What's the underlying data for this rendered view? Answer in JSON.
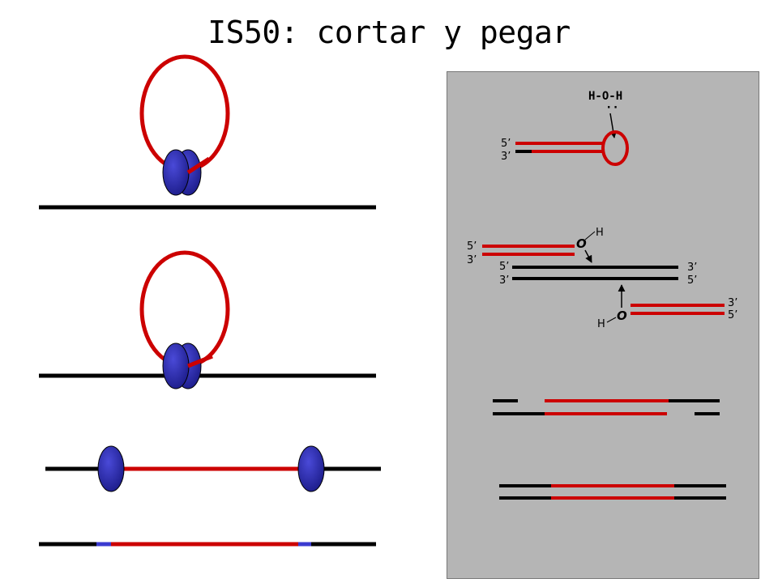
{
  "title": "IS50: cortar y pegar",
  "colors": {
    "transposon_dna": "#cc0000",
    "host_dna": "#000000",
    "transposase": "#2a2aa8",
    "panel_bg": "#b5b5b5"
  },
  "panel": {
    "water_label": "H-O-H",
    "water_lone_pair": "··",
    "hairpin_labels": {
      "top": "5’",
      "bottom": "3’"
    },
    "excised_left_labels": {
      "top": "5’",
      "bottom": "3’"
    },
    "target_left_labels": {
      "top": "5’",
      "bottom": "3’"
    },
    "target_right_labels": {
      "top": "3’",
      "bottom": "5’"
    },
    "excised_right_labels": {
      "top": "3’",
      "bottom": "5’"
    },
    "oxygen_symbol": "O",
    "hydrogen_symbol": "H"
  }
}
